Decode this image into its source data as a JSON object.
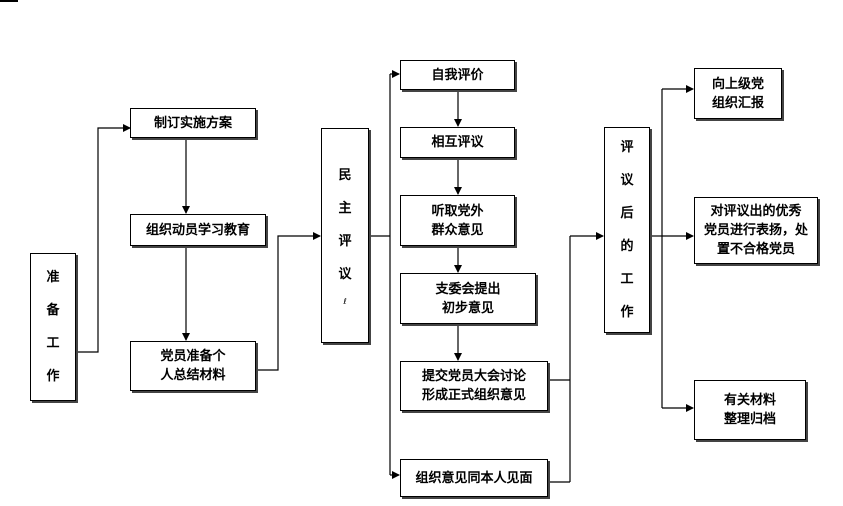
{
  "nodes": {
    "prep": [
      "准",
      "备",
      "工",
      "作"
    ],
    "plan": "制订实施方案",
    "mobilize": "组织动员学习教育",
    "summary": "党员准备个\n人总结材料",
    "democratic": [
      "民",
      "主",
      "评",
      "议"
    ],
    "democratic_mark": "ℓ",
    "self_eval": "自我评价",
    "mutual": "相互评议",
    "listen": "听取党外\n群众意见",
    "branch": "支委会提出\n初步意见",
    "submit": "提交党员大会讨论\n形成正式组织意见",
    "meet": "组织意见同本人见面",
    "after": [
      "评",
      "议",
      "后",
      "的",
      "工",
      "作"
    ],
    "report": "向上级党\n组织汇报",
    "commend": "对评议出的优秀\n党员进行表扬，处\n置不合格党员",
    "archive": "有关材料\n整理归档"
  }
}
